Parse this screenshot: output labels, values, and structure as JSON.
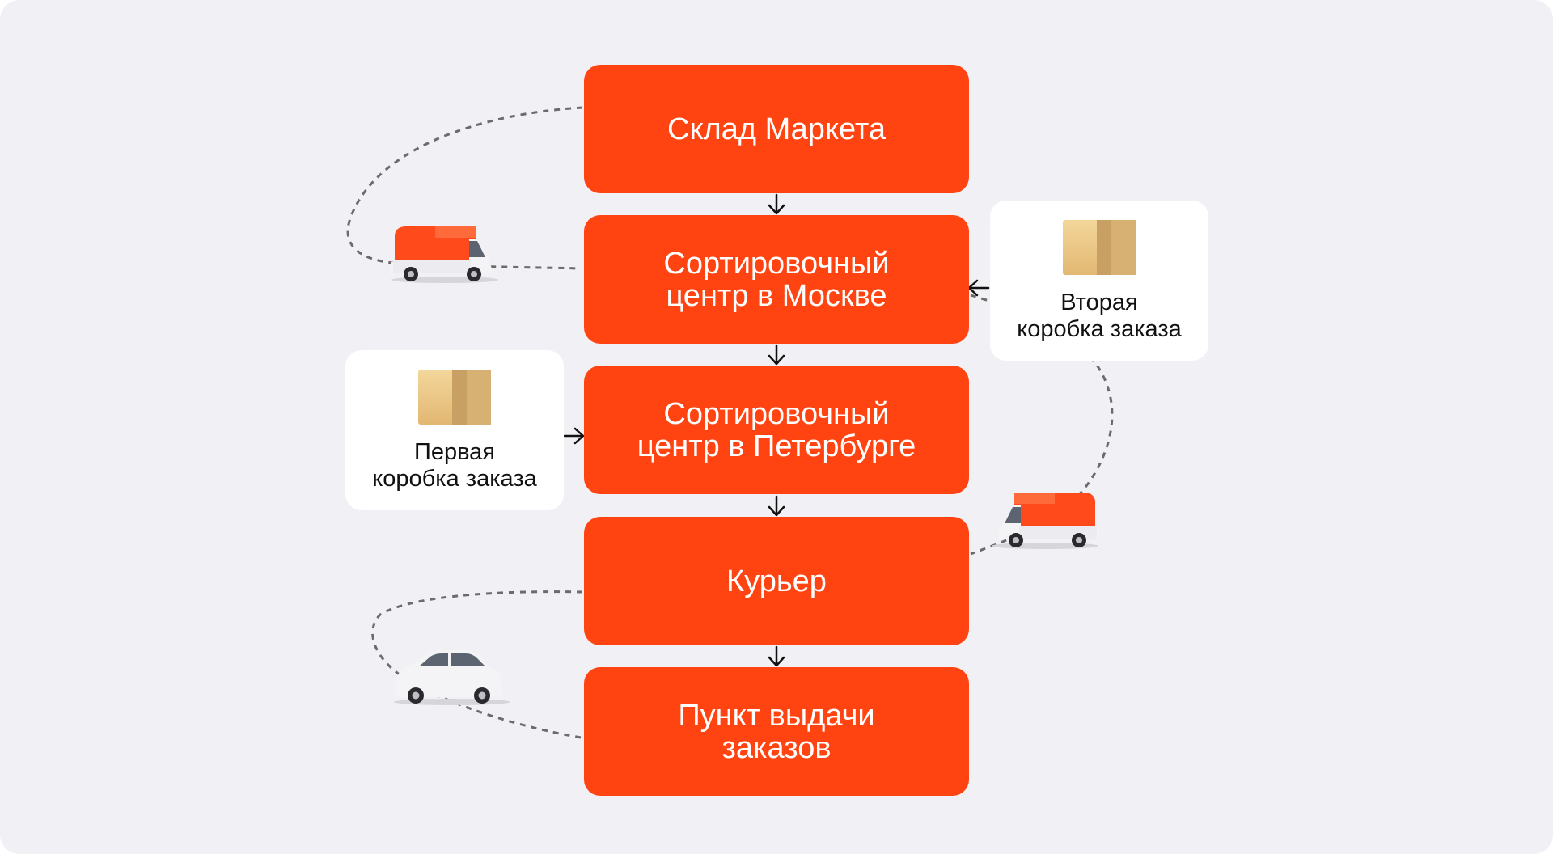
{
  "diagram": {
    "steps": [
      {
        "id": "warehouse",
        "label": "Склад Маркета"
      },
      {
        "id": "sort-moscow",
        "label": "Сортировочный\nцентр в Москве"
      },
      {
        "id": "sort-spb",
        "label": "Сортировочный\nцентр в Петербурге"
      },
      {
        "id": "courier",
        "label": "Курьер"
      },
      {
        "id": "pickup",
        "label": "Пункт выдачи\nзаказов"
      }
    ],
    "cards": {
      "first_box": "Первая\nкоробка заказа",
      "second_box": "Вторая\nкоробка заказа"
    },
    "colors": {
      "background": "#f1f1f5",
      "step_fill": "#ff4311",
      "step_text": "#ffffff",
      "card_fill": "#ffffff",
      "box": "#e8c584",
      "connector": "#6b6b6b"
    },
    "icons": [
      "box-icon",
      "truck-icon",
      "car-icon",
      "arrow-down-icon",
      "arrow-left-icon",
      "arrow-right-icon"
    ]
  }
}
